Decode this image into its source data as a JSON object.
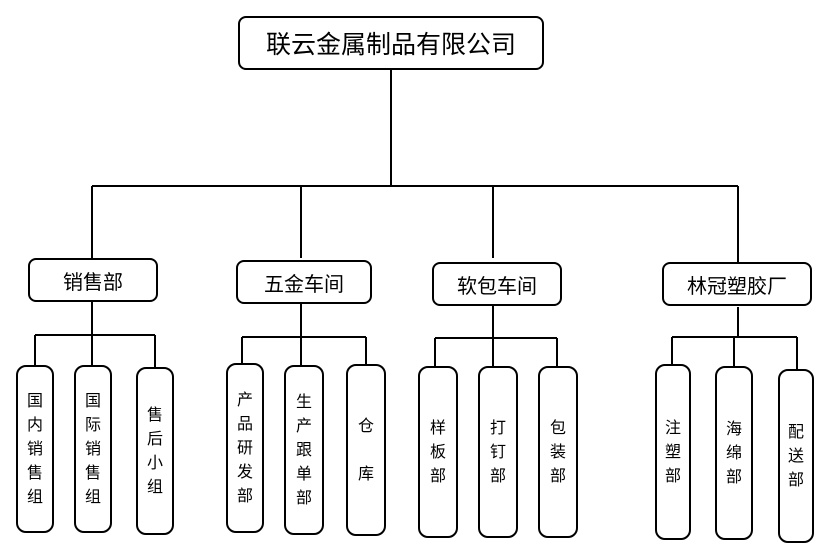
{
  "company": {
    "name": "联云金属制品有限公司"
  },
  "departments": [
    {
      "name": "销售部",
      "units": [
        "国内销售组",
        "国际销售组",
        "售后小组"
      ]
    },
    {
      "name": "五金车间",
      "units": [
        "产品研发部",
        "生产跟单部",
        "仓库"
      ]
    },
    {
      "name": "软包车间",
      "units": [
        "样板部",
        "打钉部",
        "包装部"
      ]
    },
    {
      "name": "林冠塑胶厂",
      "units": [
        "注塑部",
        "海绵部",
        "配送部"
      ]
    }
  ]
}
